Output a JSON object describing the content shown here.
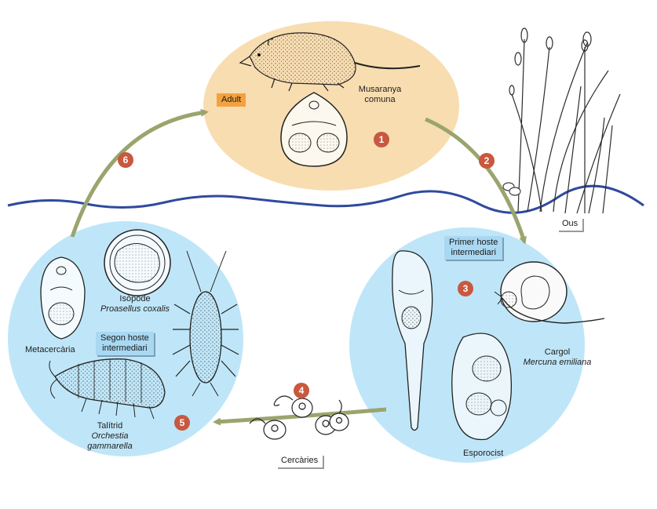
{
  "colors": {
    "adult_circle": "#f8ddb1",
    "host_circle": "#bfe6f8",
    "water_line": "#2f4a9e",
    "arrow": "#9aa56e",
    "step_badge": "#c8583f",
    "adult_tag": "#f3a23f",
    "host_tag": "#a9d8f2"
  },
  "icons": [
    "shrew-icon",
    "egg-capsule-icon",
    "reed-plants-icon",
    "snail-icon",
    "sporocyst-icon",
    "cercaria-icon",
    "isopod-icon",
    "amphipod-icon",
    "metacercaria-icon",
    "cyst-icon"
  ],
  "stage_adult": {
    "tag": "Adult",
    "host_name": "Musaranya",
    "host_name2": "comuna",
    "step": "1"
  },
  "stage_eggs": {
    "step": "2",
    "label": "Ous"
  },
  "stage_first_host": {
    "tag_line1": "Primer hoste",
    "tag_line2": "intermediari",
    "step": "3",
    "snail_common": "Cargol",
    "snail_latin": "Mercuna emiliana",
    "larva_label": "Esporocist"
  },
  "stage_cercariae": {
    "step": "4",
    "label": "Cercàries"
  },
  "stage_second_host": {
    "tag_line1": "Segon hoste",
    "tag_line2": "intermediari",
    "step": "5",
    "isopod_common": "Isòpode",
    "isopod_latin": "Proasellus coxalis",
    "amphipod_common": "Talítrid",
    "amphipod_latin1": "Orchestia",
    "amphipod_latin2": "gammarella",
    "larva_label": "Metacercària"
  },
  "stage_return": {
    "step": "6"
  }
}
